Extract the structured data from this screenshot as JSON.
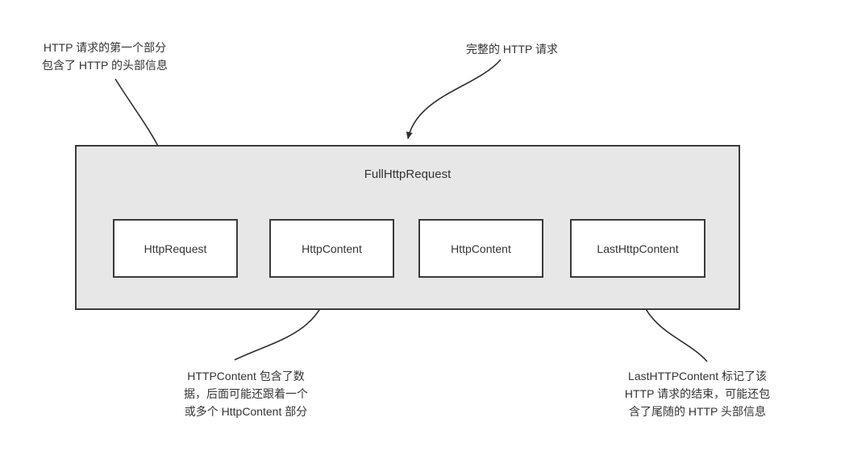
{
  "diagram": {
    "container": {
      "label": "FullHttpRequest"
    },
    "boxes": [
      {
        "label": "HttpRequest"
      },
      {
        "label": "HttpContent"
      },
      {
        "label": "HttpContent"
      },
      {
        "label": "LastHttpContent"
      }
    ],
    "annotations": {
      "http_request": "HTTP 请求的第一个部分\n包含了 HTTP 的头部信息",
      "full_request": "完整的 HTTP 请求",
      "http_content": "HTTPContent 包含了数\n据，后面可能还跟着一个\n或多个 HttpContent 部分",
      "last_http_content": "LastHTTPContent 标记了该\nHTTP 请求的结束，可能还包\n含了尾随的 HTTP 头部信息"
    },
    "colors": {
      "container_fill": "#e7e7e7",
      "box_fill": "#ffffff",
      "border": "#3a3a3a",
      "arrow": "#2e2e2e",
      "text": "#333333"
    }
  }
}
